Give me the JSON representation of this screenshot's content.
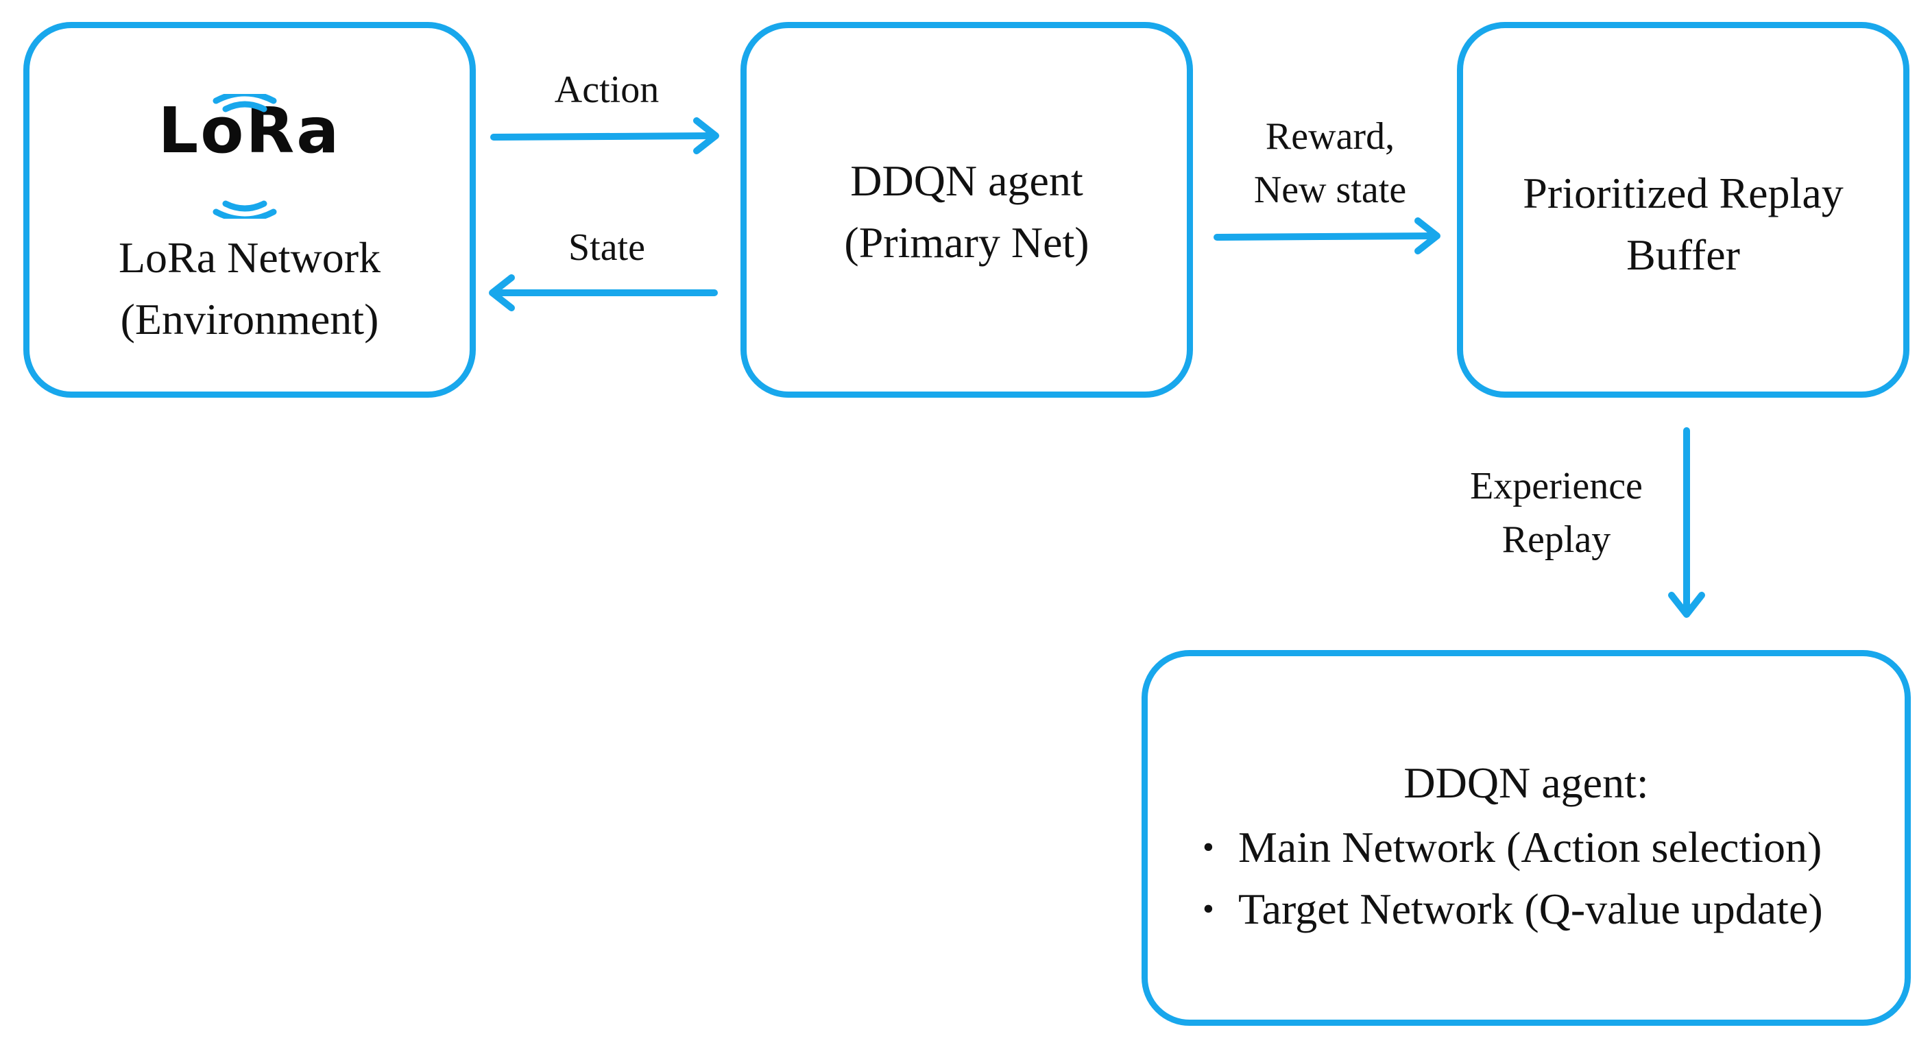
{
  "diagram": {
    "accent_color": "#18a7ec",
    "nodes": {
      "environment": {
        "logo_text": "LoRa",
        "line1": "LoRa Network",
        "line2": "(Environment)"
      },
      "agent": {
        "line1": "DDQN agent",
        "line2": "(Primary Net)"
      },
      "buffer": {
        "line1": "Prioritized Replay",
        "line2": "Buffer"
      },
      "ddqn": {
        "title": "DDQN agent:",
        "items": [
          "Main Network (Action selection)",
          "Target Network (Q-value update)"
        ]
      }
    },
    "edges": {
      "action": "Action",
      "state": "State",
      "reward_line1": "Reward,",
      "reward_line2": "New state",
      "experience_line1": "Experience",
      "experience_line2": "Replay"
    }
  }
}
